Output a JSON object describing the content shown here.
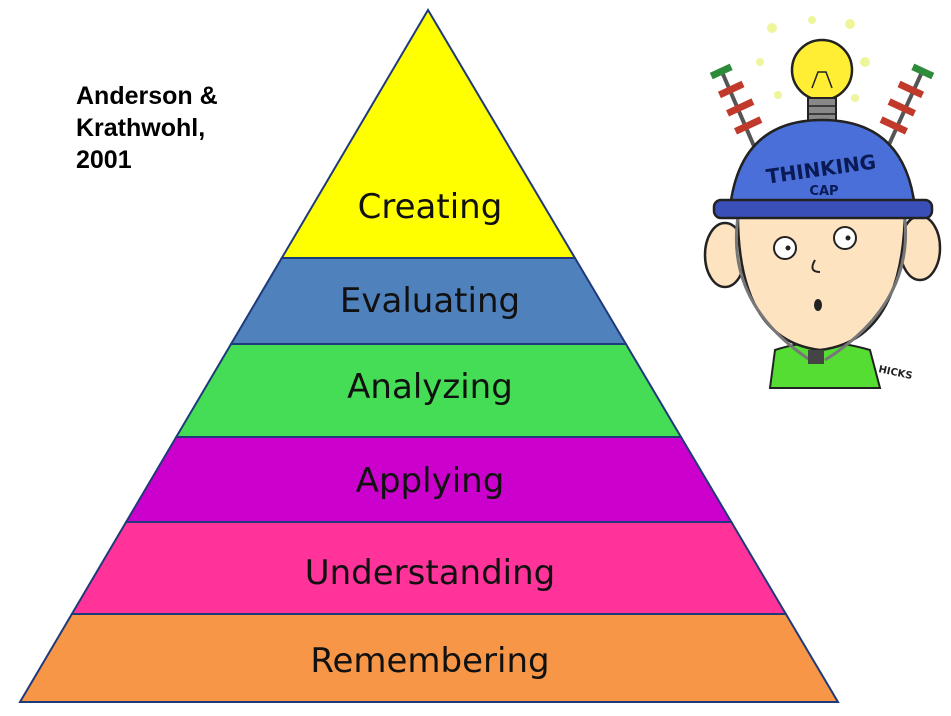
{
  "citation": {
    "line1": "Anderson &",
    "line2": "Krathwohl,",
    "line3": "2001"
  },
  "levels": [
    {
      "label": "Creating",
      "color": "#ffff00"
    },
    {
      "label": "Evaluating",
      "color": "#4f81bd"
    },
    {
      "label": "Analyzing",
      "color": "#44dd55"
    },
    {
      "label": "Applying",
      "color": "#cc00cc"
    },
    {
      "label": "Understanding",
      "color": "#ff3399"
    },
    {
      "label": "Remembering",
      "color": "#f79646"
    }
  ],
  "outline_color": "#1f3a7a",
  "illustration": {
    "cap_text_1": "THINKING",
    "cap_text_2": "CAP",
    "signature": "HICKS"
  }
}
